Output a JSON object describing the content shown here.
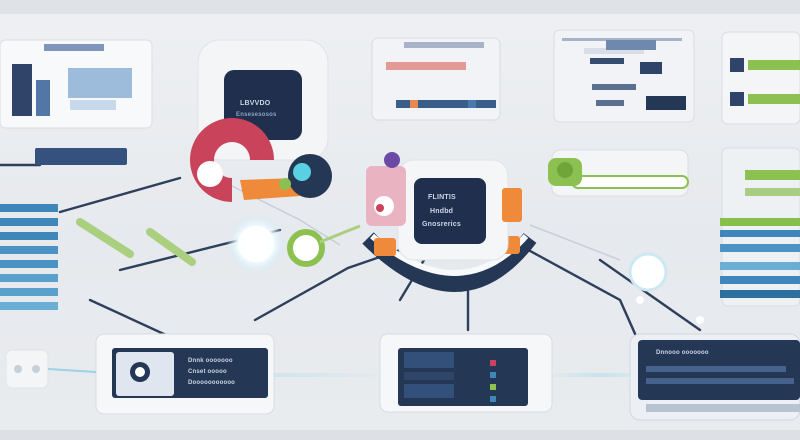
{
  "center_card": {
    "title": "FLINTIS",
    "line1": "Hndbd",
    "line2": "Gnosrerics"
  },
  "top_card": {
    "line1": "LBVVDO",
    "line2": "Ensesesosos"
  },
  "bottom_left_card": {
    "line1": "Dnnk ooooooo",
    "line2": "Cnset ooooo",
    "line3": "Dooooooooooo"
  },
  "bottom_right_card": {
    "title": "Dnnooo ooooooo"
  },
  "colors": {
    "navy": "#243754",
    "light_blue": "#3f8dbf",
    "green": "#8cc152",
    "orange": "#ee8a3a",
    "red": "#c9435b",
    "purple": "#6b4aa5",
    "background": "#e9ecef"
  },
  "icons": [
    "chip-icon",
    "gauge-icon",
    "server-icon",
    "settings-icon",
    "donut-chart-icon",
    "toggle-icon",
    "monitor-icon"
  ]
}
